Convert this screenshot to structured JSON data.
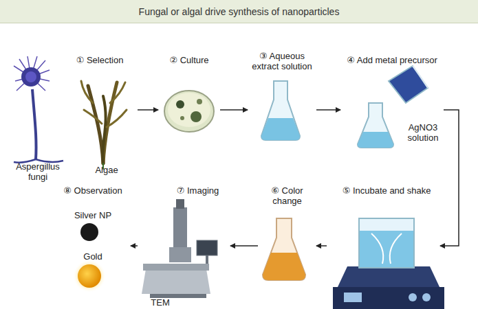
{
  "diagram": {
    "title": "Fungal or algal drive synthesis of nanoparticles",
    "nodes": [
      {
        "text": [
          "① Selection",
          "Aspergillus fungi",
          "Algae"
        ]
      },
      {
        "text": [
          "② Culture"
        ]
      },
      {
        "text": [
          "③ Aqueous extract solution"
        ]
      },
      {
        "text": [
          "④ Add metal precursor",
          "AgNO3 solution"
        ]
      },
      {
        "text": [
          "⑤ Incubate and shake"
        ]
      },
      {
        "text": [
          "⑥ Color change"
        ]
      },
      {
        "text": [
          "⑦ Imaging",
          "TEM"
        ]
      },
      {
        "text": [
          "⑧ Observation",
          "Silver NP",
          "Gold"
        ]
      }
    ],
    "edges": [
      {
        "from": 0,
        "to": 1,
        "arrow": "to"
      },
      {
        "from": 1,
        "to": 2,
        "arrow": "to"
      },
      {
        "from": 2,
        "to": 3,
        "arrow": "to"
      },
      {
        "from": 3,
        "to": 4,
        "arrow": "to"
      },
      {
        "from": 4,
        "to": 5,
        "arrow": "to"
      },
      {
        "from": 5,
        "to": 6,
        "arrow": "to"
      },
      {
        "from": 6,
        "to": 7,
        "arrow": "to"
      }
    ]
  }
}
